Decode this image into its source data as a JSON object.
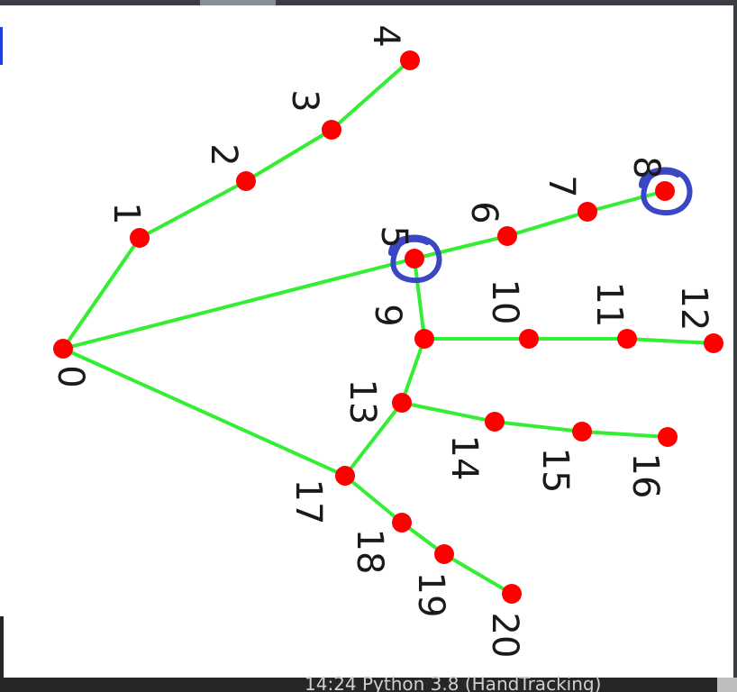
{
  "diagram": {
    "landmarks": [
      "0",
      "1",
      "2",
      "3",
      "4",
      "5",
      "6",
      "7",
      "8",
      "9",
      "10",
      "11",
      "12",
      "13",
      "14",
      "15",
      "16",
      "17",
      "18",
      "19",
      "20"
    ],
    "connections": [
      [
        0,
        1
      ],
      [
        1,
        2
      ],
      [
        2,
        3
      ],
      [
        3,
        4
      ],
      [
        0,
        5
      ],
      [
        5,
        6
      ],
      [
        6,
        7
      ],
      [
        7,
        8
      ],
      [
        5,
        9
      ],
      [
        9,
        10
      ],
      [
        10,
        11
      ],
      [
        11,
        12
      ],
      [
        9,
        13
      ],
      [
        13,
        14
      ],
      [
        14,
        15
      ],
      [
        15,
        16
      ],
      [
        13,
        17
      ],
      [
        17,
        18
      ],
      [
        18,
        19
      ],
      [
        19,
        20
      ],
      [
        0,
        17
      ]
    ],
    "highlighted": [
      5,
      8
    ],
    "colors": {
      "point": "#ff0000",
      "line": "#33ee33",
      "highlight": "#3b46c4",
      "label": "#1a1a1a"
    }
  },
  "window": {
    "status_text": "14:24  Python 3.8 (HandTracking)"
  }
}
